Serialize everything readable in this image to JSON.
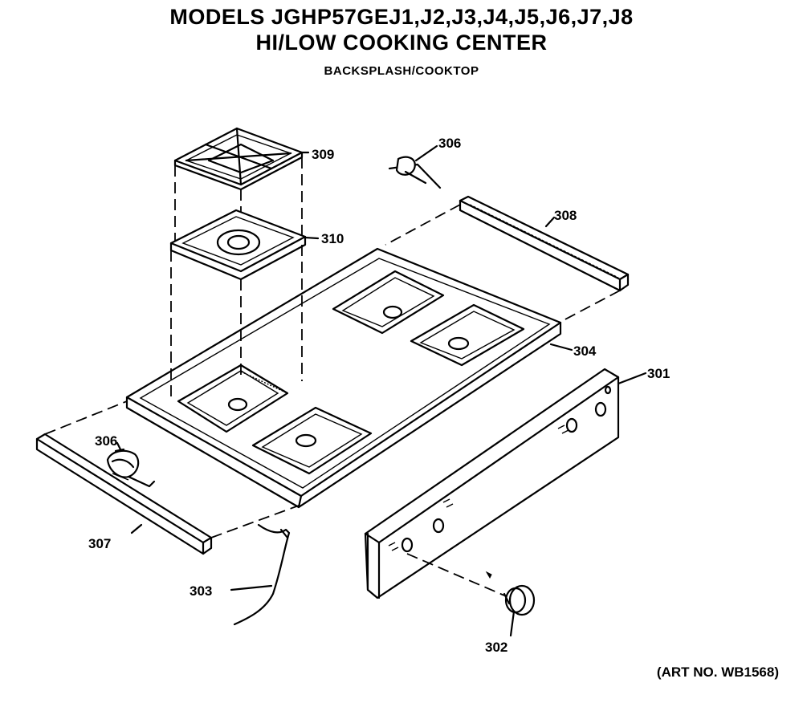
{
  "header": {
    "title": "MODELS JGHP57GEJ1,J2,J3,J4,J5,J6,J7,J8",
    "subtitle": "HI/LOW COOKING CENTER",
    "section": "BACKSPLASH/COOKTOP"
  },
  "callouts": {
    "grate": "309",
    "burner_pan": "310",
    "clip_top": "306",
    "rear_trim": "308",
    "cooktop": "304",
    "control_panel": "301",
    "clip_front": "306",
    "front_trim": "307",
    "wire": "303",
    "knob": "302"
  },
  "footer": {
    "art_number": "(ART NO. WB1568)"
  }
}
